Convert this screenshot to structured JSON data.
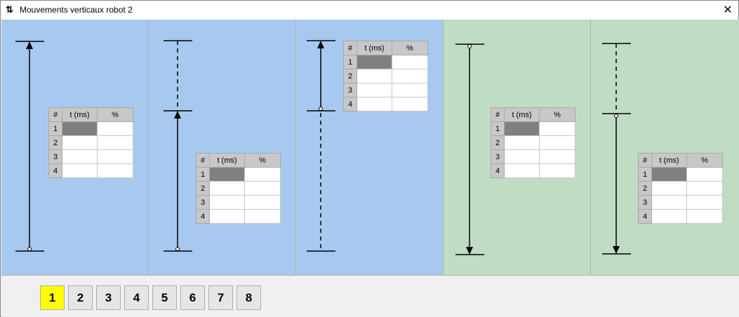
{
  "window": {
    "title": "Mouvements verticaux robot 2",
    "title_icon": "⇅",
    "close_icon": "✕"
  },
  "colors": {
    "blue_panel": "#a7c9ef",
    "green_panel": "#c0dcc4",
    "active_button": "#ffff00"
  },
  "table_headers": {
    "hash": "#",
    "time": "t (ms)",
    "percent": "%"
  },
  "table_rows": [
    "1",
    "2",
    "3",
    "4"
  ],
  "panels": [
    {
      "color": "blue",
      "diagram": "solid line, arrow up at top"
    },
    {
      "color": "blue",
      "diagram": "dashed top segment, solid lower segment with arrow up"
    },
    {
      "color": "blue",
      "diagram": "solid upper segment with arrow up, dashed lower segment"
    },
    {
      "color": "green",
      "diagram": "solid line, arrow down at bottom"
    },
    {
      "color": "green",
      "diagram": "dashed top segment, solid lower segment with arrow down"
    }
  ],
  "robot_buttons": [
    "1",
    "2",
    "3",
    "4",
    "5",
    "6",
    "7",
    "8"
  ],
  "active_robot": "1"
}
